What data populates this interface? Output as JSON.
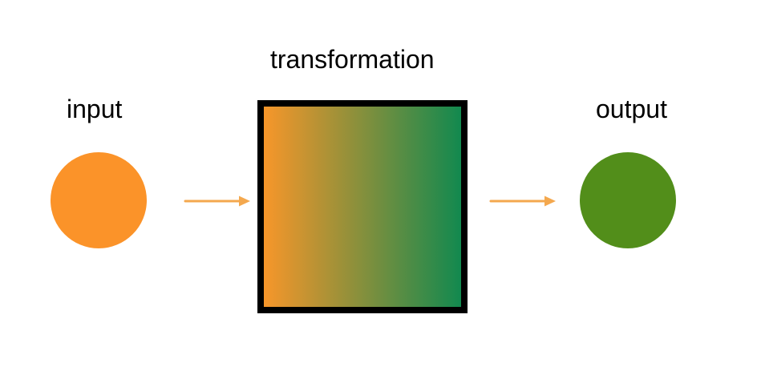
{
  "labels": {
    "input": "input",
    "transformation": "transformation",
    "output": "output"
  },
  "colors": {
    "input_node": "#FB9329",
    "output_node": "#528E1A",
    "gradient_start": "#F7962A",
    "gradient_end": "#12894F",
    "arrow": "#F4A84E",
    "box_border": "#000000"
  },
  "icons": {
    "arrow": "right-arrow-icon"
  }
}
